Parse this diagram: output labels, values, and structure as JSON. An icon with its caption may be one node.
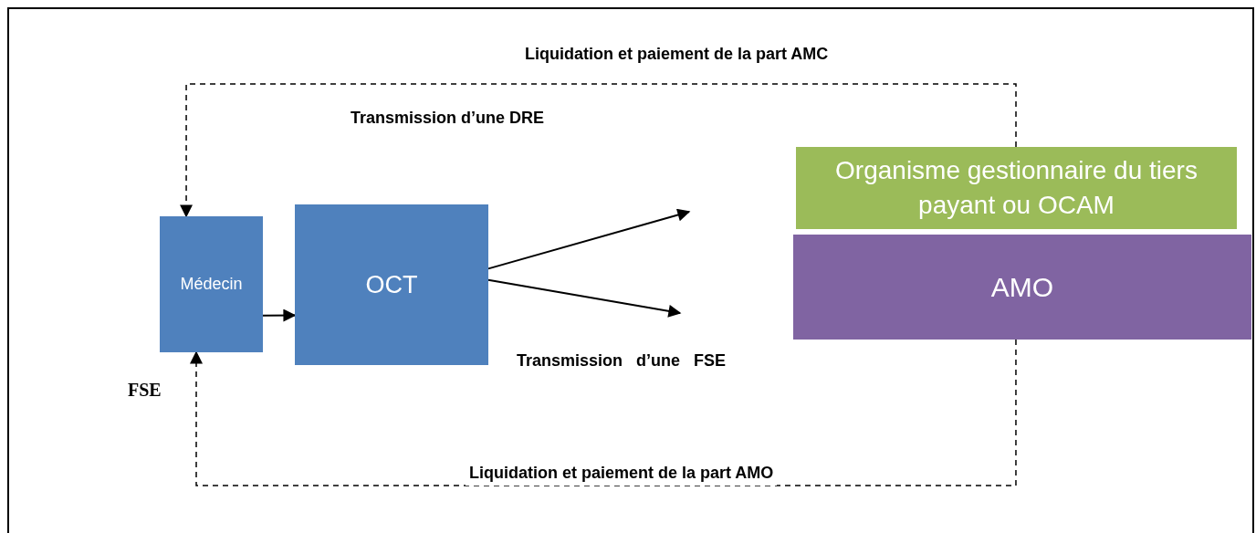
{
  "diagram": {
    "nodes": [
      {
        "text": [
          "Médecin"
        ]
      },
      {
        "text": [
          "OCT"
        ]
      },
      {
        "text": [
          "Organisme gestionnaire du tiers payant ou OCAM"
        ]
      },
      {
        "text": [
          "AMO"
        ]
      }
    ],
    "edges": [
      {
        "from": 0,
        "to": 1,
        "arrow": "to"
      },
      {
        "from": 1,
        "to": null,
        "arrow": "to"
      },
      {
        "from": 1,
        "to": null,
        "arrow": "to"
      },
      {
        "from": 2,
        "to": 0,
        "arrow": "to",
        "style": "dashed",
        "label": "Liquidation et paiement de la part AMC"
      },
      {
        "from": 3,
        "to": 0,
        "arrow": "to",
        "style": "dashed",
        "label": "Liquidation et paiement de la part AMO"
      }
    ],
    "labels": [
      "Transmission d’une DRE",
      "Transmission d’une FSE",
      "FSE"
    ]
  }
}
